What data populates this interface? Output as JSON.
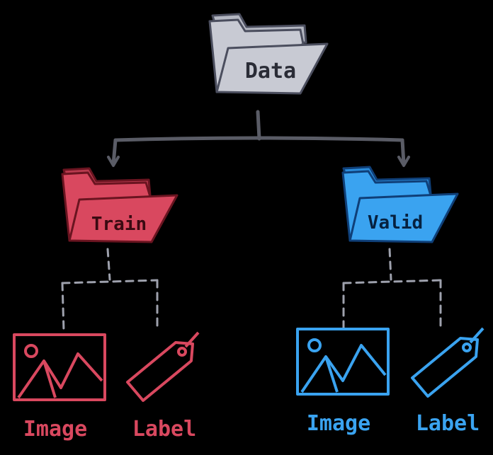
{
  "colors": {
    "background": "#000000",
    "root": "#c8cad3",
    "root_stroke": "#4b4e5e",
    "train": "#d9485f",
    "train_stroke": "#6a1420",
    "valid": "#3aa3f0",
    "valid_stroke": "#0f3f78",
    "connector": "#5a5c66",
    "connector_dashed": "#9ea1ad"
  },
  "nodes": {
    "root": {
      "label": "Data",
      "icon": "folder-icon"
    },
    "train": {
      "label": "Train",
      "icon": "folder-icon",
      "children": [
        {
          "label": "Image",
          "icon": "image-icon"
        },
        {
          "label": "Label",
          "icon": "tag-icon"
        }
      ]
    },
    "valid": {
      "label": "Valid",
      "icon": "folder-icon",
      "children": [
        {
          "label": "Image",
          "icon": "image-icon"
        },
        {
          "label": "Label",
          "icon": "tag-icon"
        }
      ]
    }
  }
}
